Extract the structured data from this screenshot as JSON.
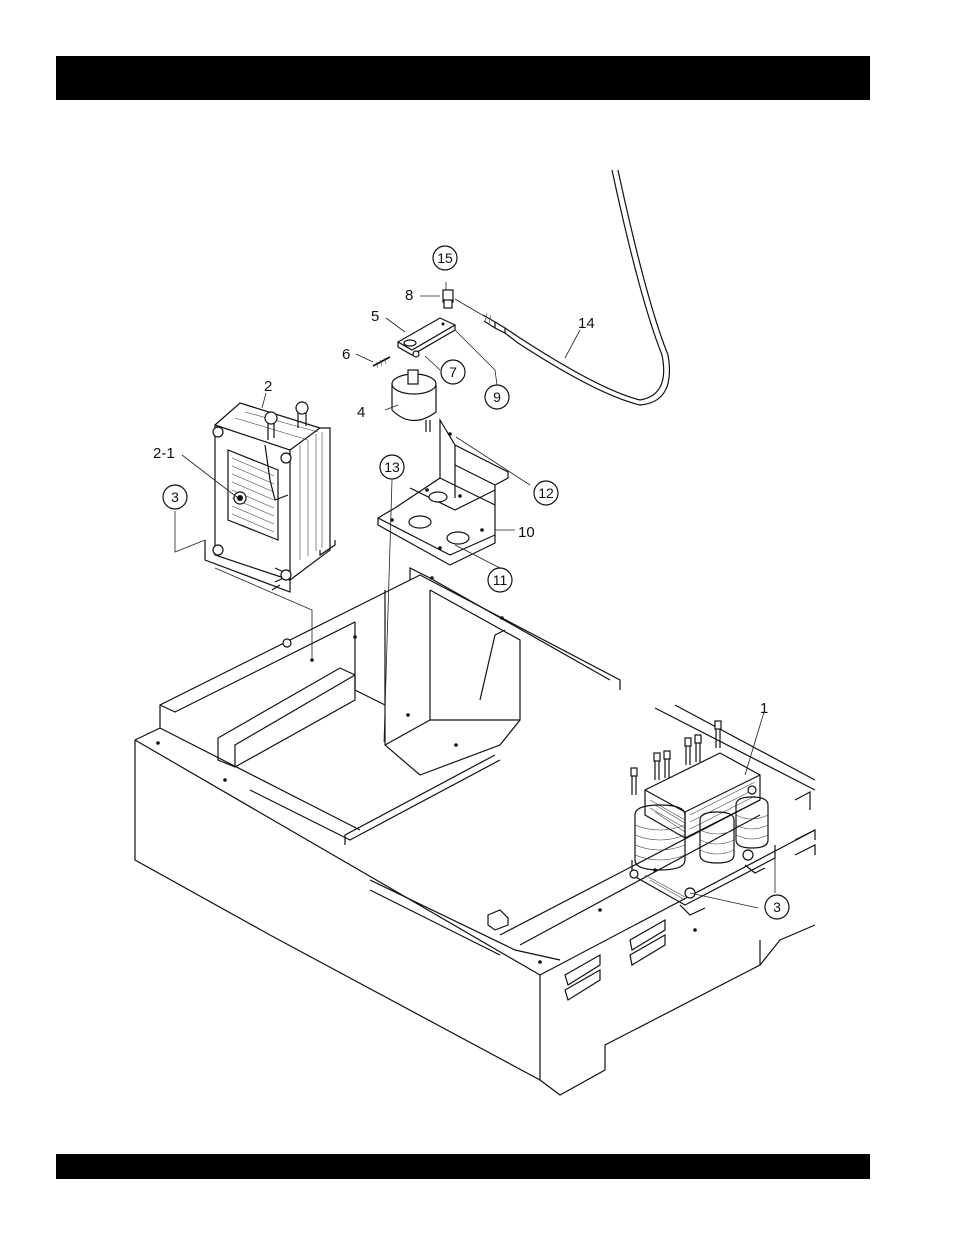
{
  "header_bar": {
    "color": "#000000"
  },
  "footer_bar": {
    "color": "#000000"
  },
  "callouts": {
    "plain": [
      {
        "id": "label-1",
        "text": "1"
      },
      {
        "id": "label-2",
        "text": "2"
      },
      {
        "id": "label-2-1",
        "text": "2-1"
      },
      {
        "id": "label-4",
        "text": "4"
      },
      {
        "id": "label-5",
        "text": "5"
      },
      {
        "id": "label-6",
        "text": "6"
      },
      {
        "id": "label-8",
        "text": "8"
      },
      {
        "id": "label-10",
        "text": "10"
      },
      {
        "id": "label-14",
        "text": "14"
      }
    ],
    "circled": [
      {
        "id": "circle-3a",
        "text": "3"
      },
      {
        "id": "circle-3b",
        "text": "3"
      },
      {
        "id": "circle-7",
        "text": "7"
      },
      {
        "id": "circle-9",
        "text": "9"
      },
      {
        "id": "circle-11",
        "text": "11"
      },
      {
        "id": "circle-12",
        "text": "12"
      },
      {
        "id": "circle-13",
        "text": "13"
      },
      {
        "id": "circle-15",
        "text": "15"
      }
    ]
  }
}
